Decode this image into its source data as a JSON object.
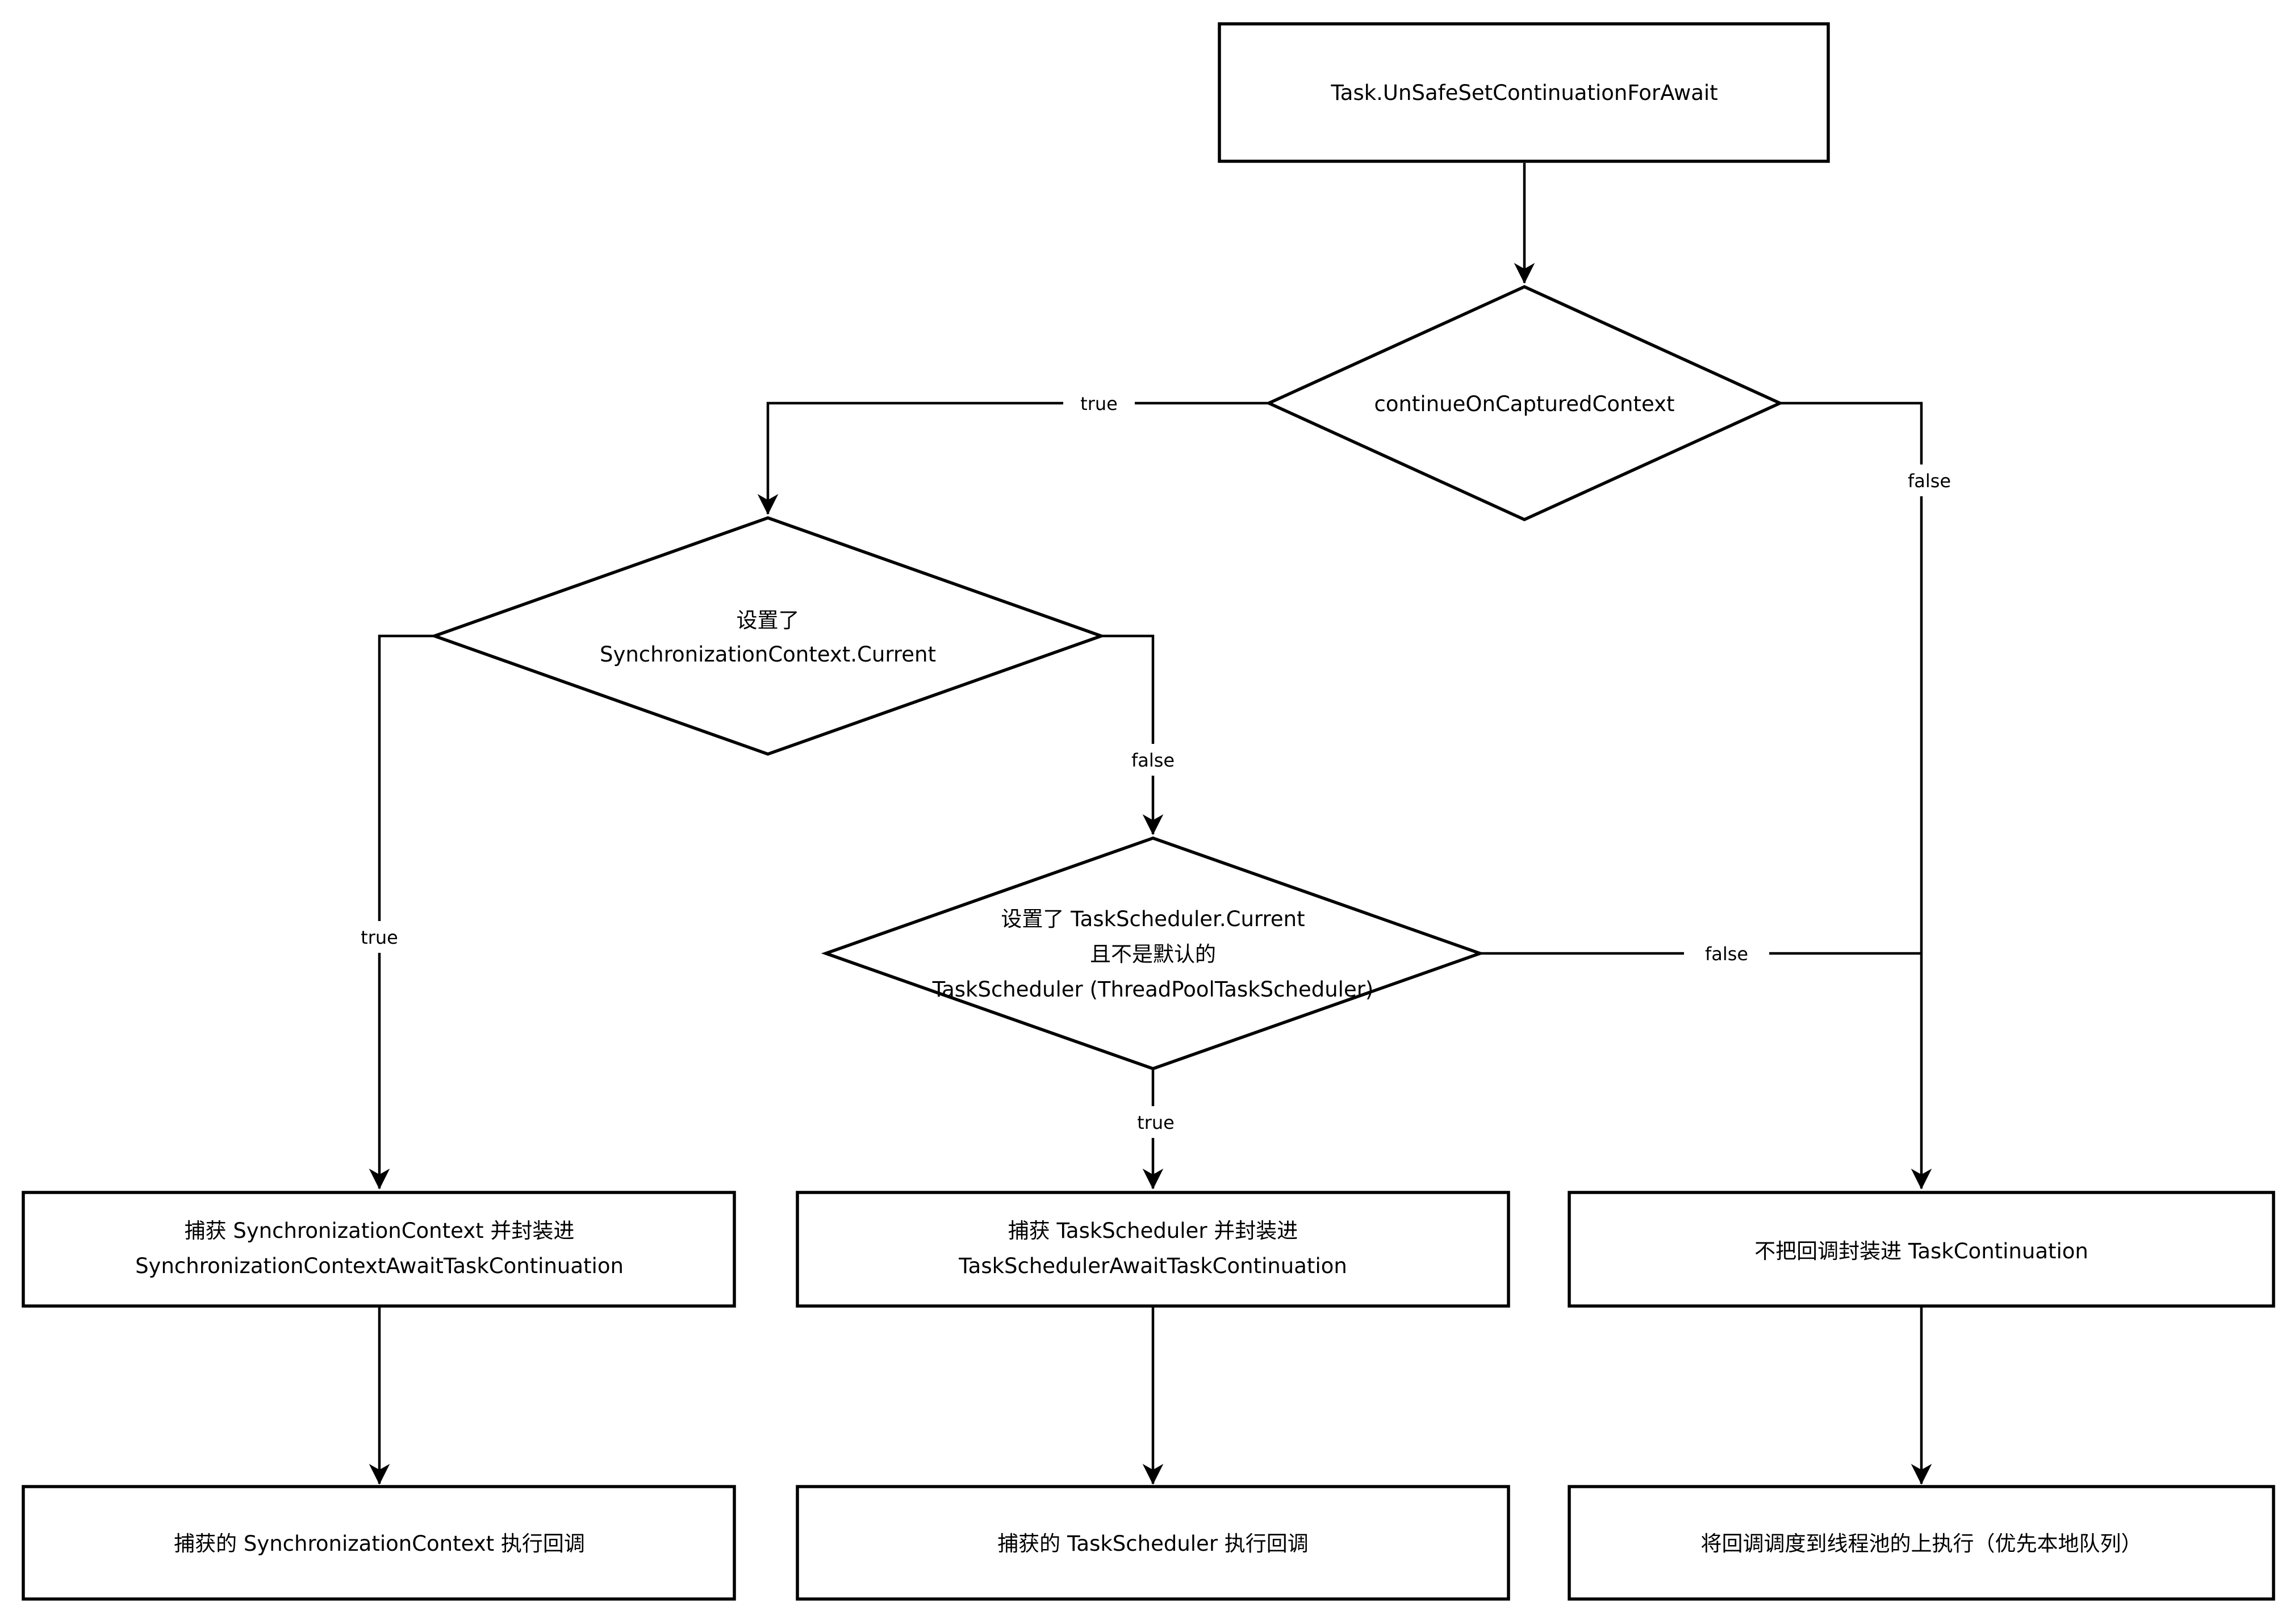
{
  "diagram": {
    "title_node": "Task.UnSafeSetContinuationForAwait",
    "decisions": {
      "d1": {
        "label": "continueOnCapturedContext"
      },
      "d2": {
        "line1": "设置了",
        "line2": "SynchronizationContext.Current"
      },
      "d3": {
        "line1": "设置了 TaskScheduler.Current",
        "line2": "且不是默认的",
        "line3": "TaskScheduler (ThreadPoolTaskScheduler)"
      }
    },
    "processes": {
      "mid_left": {
        "line1": "捕获 SynchronizationContext 并封装进",
        "line2": "SynchronizationContextAwaitTaskContinuation"
      },
      "mid_center": {
        "line1": "捕获 TaskScheduler 并封装进",
        "line2": "TaskSchedulerAwaitTaskContinuation"
      },
      "mid_right": {
        "label": "不把回调封装进 TaskContinuation"
      },
      "bottom_left": {
        "label": "捕获的 SynchronizationContext 执行回调"
      },
      "bottom_center": {
        "label": "捕获的 TaskScheduler 执行回调"
      },
      "bottom_right": {
        "label": "将回调调度到线程池的上执行（优先本地队列）"
      }
    },
    "edge_labels": {
      "d1_true": "true",
      "d1_false": "false",
      "d2_true": "true",
      "d2_false": "false",
      "d3_true": "true",
      "d3_false": "false"
    },
    "colors": {
      "stroke": "#000000",
      "background": "#ffffff"
    }
  }
}
